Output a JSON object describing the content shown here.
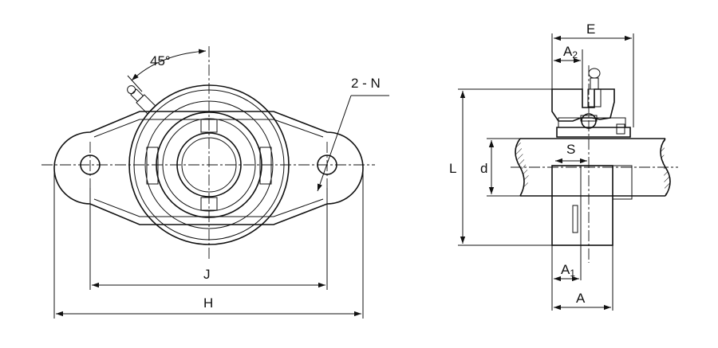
{
  "labels": {
    "angle": "45°",
    "holes": "2 - N",
    "J": "J",
    "H": "H",
    "E": "E",
    "A2_main": "A",
    "A2_sub": "2",
    "S": "S",
    "d": "d",
    "L": "L",
    "A1_main": "A",
    "A1_sub": "1",
    "A": "A"
  }
}
